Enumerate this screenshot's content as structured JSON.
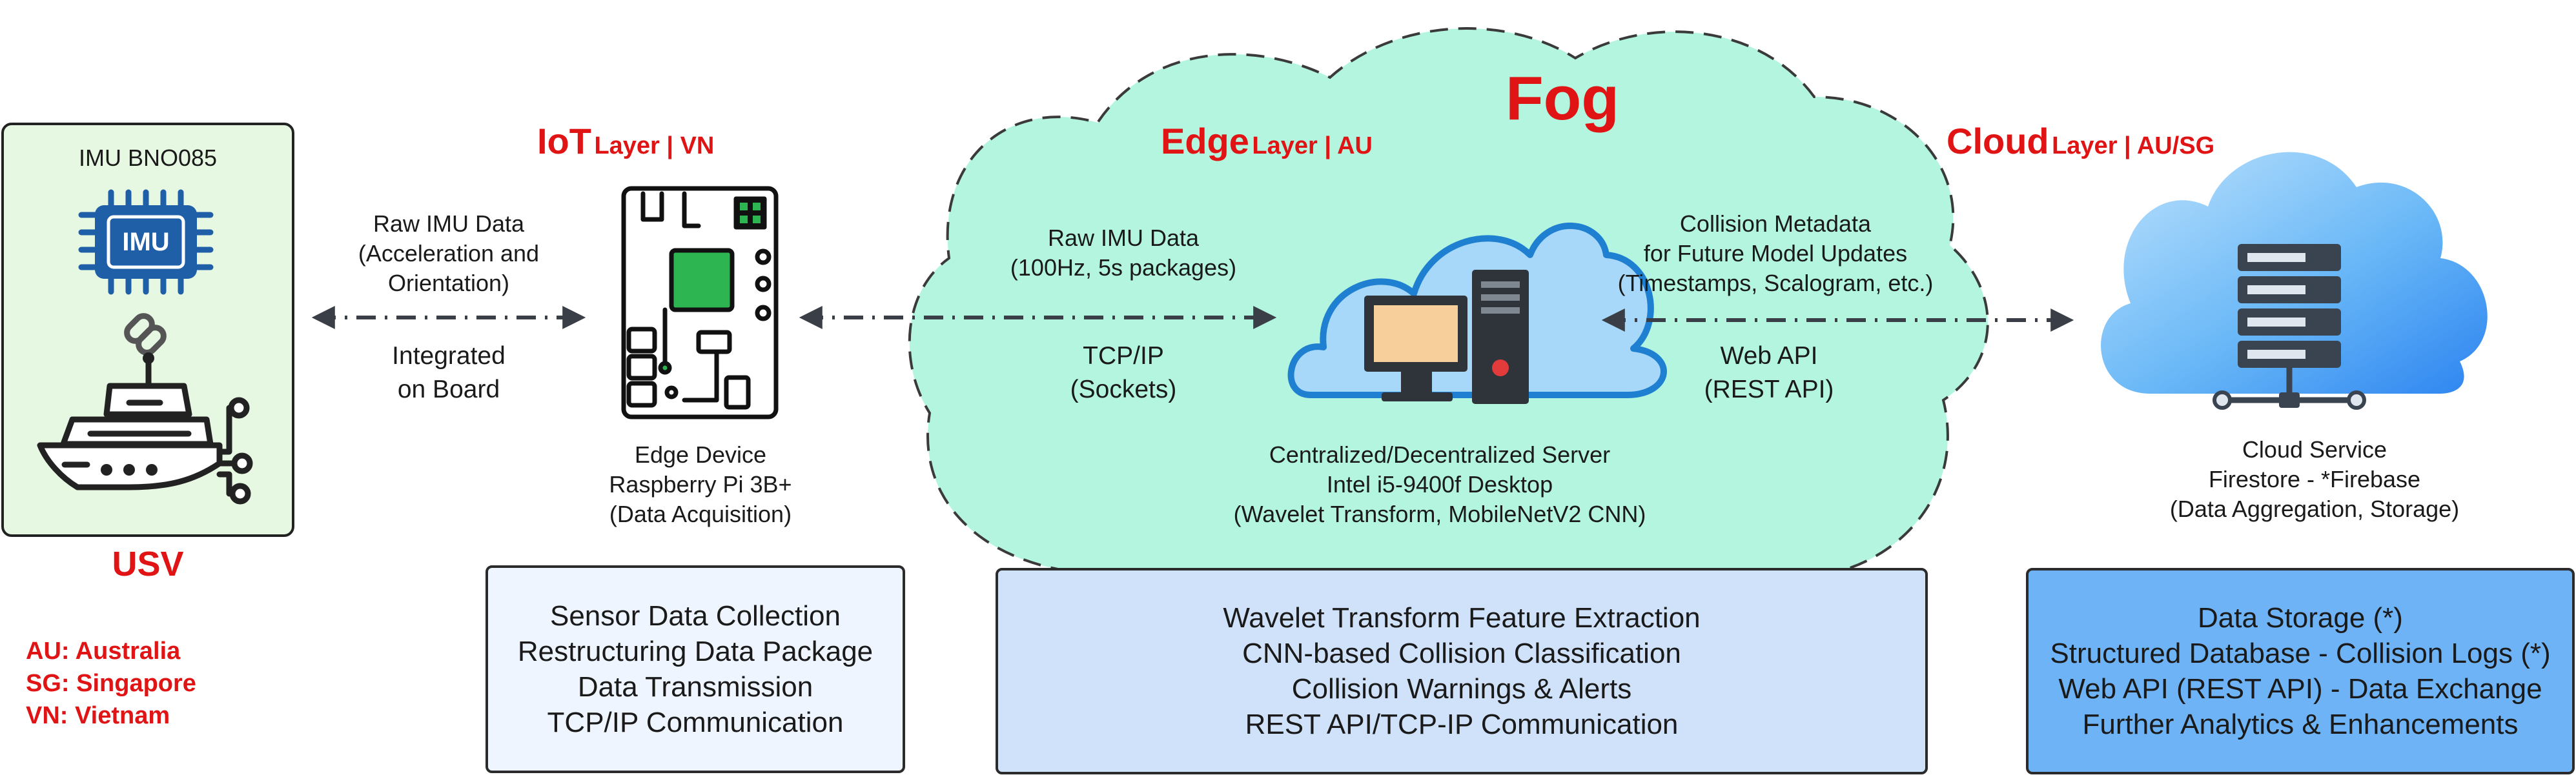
{
  "fog_title": "Fog",
  "usv": {
    "imu_title": "IMU BNO085",
    "imu_chip_text": "IMU",
    "name": "USV"
  },
  "legend": [
    "AU: Australia",
    "SG: Singapore",
    "VN: Vietnam"
  ],
  "iot": {
    "layer_main": "IoT",
    "layer_sub": "Layer | VN",
    "link_top": [
      "Raw IMU Data",
      "(Acceleration and",
      "Orientation)"
    ],
    "link_bottom": [
      "Integrated",
      "on Board"
    ],
    "device": [
      "Edge Device",
      "Raspberry Pi 3B+",
      "(Data Acquisition)"
    ],
    "functions": [
      "Sensor Data Collection",
      "Restructuring Data Package",
      "Data Transmission",
      "TCP/IP Communication"
    ]
  },
  "edge": {
    "layer_main": "Edge",
    "layer_sub": "Layer | AU",
    "link_top": [
      "Raw IMU Data",
      "(100Hz, 5s packages)"
    ],
    "link_bottom": [
      "TCP/IP",
      "(Sockets)"
    ],
    "server": [
      "Centralized/Decentralized Server",
      "Intel i5-9400f Desktop",
      "(Wavelet Transform, MobileNetV2 CNN)"
    ],
    "functions": [
      "Wavelet Transform Feature Extraction",
      "CNN-based Collision Classification",
      "Collision Warnings & Alerts",
      "REST API/TCP-IP Communication"
    ]
  },
  "cloud": {
    "layer_main": "Cloud",
    "layer_sub": "Layer | AU/SG",
    "link_top": [
      "Collision Metadata",
      "for Future Model Updates",
      "(Timestamps, Scalogram, etc.)"
    ],
    "link_bottom": [
      "Web API",
      "(REST API)"
    ],
    "service": [
      "Cloud Service",
      "Firestore - *Firebase",
      "(Data Aggregation, Storage)"
    ],
    "functions": [
      "Data Storage (*)",
      "Structured Database - Collision Logs (*)",
      "Web API (REST API) - Data Exchange",
      "Further Analytics & Enhancements"
    ]
  },
  "colors": {
    "accent_red": "#e01414",
    "fog_fill": "#b3f5de",
    "usv_panel": "#e6f7e2",
    "iot_box": "#eef5ff",
    "edge_box": "#cfe2fa",
    "cloud_box": "#6eb3f5"
  }
}
